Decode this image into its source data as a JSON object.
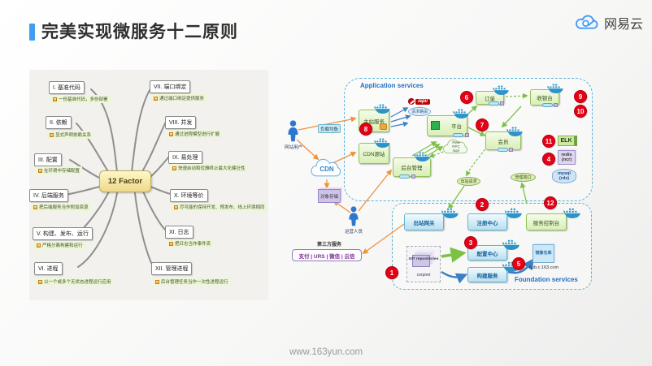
{
  "header": {
    "title": "完美实现微服务十二原则",
    "logo_text": "网易云",
    "accent_color": "#419df1"
  },
  "footer": {
    "url": "www.163yun.com"
  },
  "mindmap": {
    "center": "12 Factor",
    "nodes": [
      {
        "title": "I. 基准代码",
        "desc": "一份基准代码，多份部署"
      },
      {
        "title": "II. 依赖",
        "desc": "显式声明依赖关系"
      },
      {
        "title": "III. 配置",
        "desc": "在环境中存储配置"
      },
      {
        "title": "IV. 后端服务",
        "desc": "把后端服务当作附加资源"
      },
      {
        "title": "V. 构建、发布、运行",
        "desc": "严格分离构建和运行"
      },
      {
        "title": "VI. 进程",
        "desc": "以一个或多个无状态进程运行应用"
      },
      {
        "title": "VII. 端口绑定",
        "desc": "通过端口绑定提供服务"
      },
      {
        "title": "VIII. 并发",
        "desc": "通过进程模型进行扩展"
      },
      {
        "title": "IX. 易处理",
        "desc": "快速启动和优雅终止最大化健壮性"
      },
      {
        "title": "X. 环境等价",
        "desc": "尽可能的保持开发、预发布、线上环境相同"
      },
      {
        "title": "XI. 日志",
        "desc": "把日志当作事件流"
      },
      {
        "title": "XII. 管理进程",
        "desc": "后台管理任务当作一次性进程运行"
      }
    ]
  },
  "architecture": {
    "app_title": "Application services",
    "foundation_title": "Foundation services",
    "actors": {
      "web_user": "网站用户",
      "ops_user": "运营人员"
    },
    "labels": {
      "load_balance": "负载均衡",
      "cdn": "CDN",
      "object_storage": "对象存储",
      "api_badge": "/api/",
      "request_route": "请求路由",
      "rest_rpc_1": "Rest",
      "rest_rpc_2": "RPC",
      "rest_rpc_3": "/api/",
      "outbound_request": "出站请求",
      "admin_port": "管理端口",
      "third_party_title": "第三方服务",
      "third_party_items": "支付 | URS | 微信 | 云信",
      "git_repos": "GIT repositories",
      "corpnet": "corpnet",
      "repo_host": "hub.c.163.com"
    },
    "services": {
      "main_site": "主站服务",
      "cdn_origin": "CDN源站",
      "platform": "平台",
      "order": "订单",
      "cashier": "收银台",
      "member": "会员",
      "admin": "后台管理",
      "elk": "ELK",
      "redis_name": "redis",
      "redis_sub": "(ncr)",
      "mysql_name": "mysql",
      "mysql_sub": "(rds)",
      "outbound_gw": "出站网关",
      "registry": "注册中心",
      "console": "服务控制台",
      "config_center": "配置中心",
      "build_service": "构建服务",
      "image_repo": "镜像仓库"
    },
    "badges": [
      "1",
      "2",
      "3",
      "4",
      "5",
      "6",
      "7",
      "8",
      "9",
      "10",
      "11",
      "12"
    ]
  }
}
